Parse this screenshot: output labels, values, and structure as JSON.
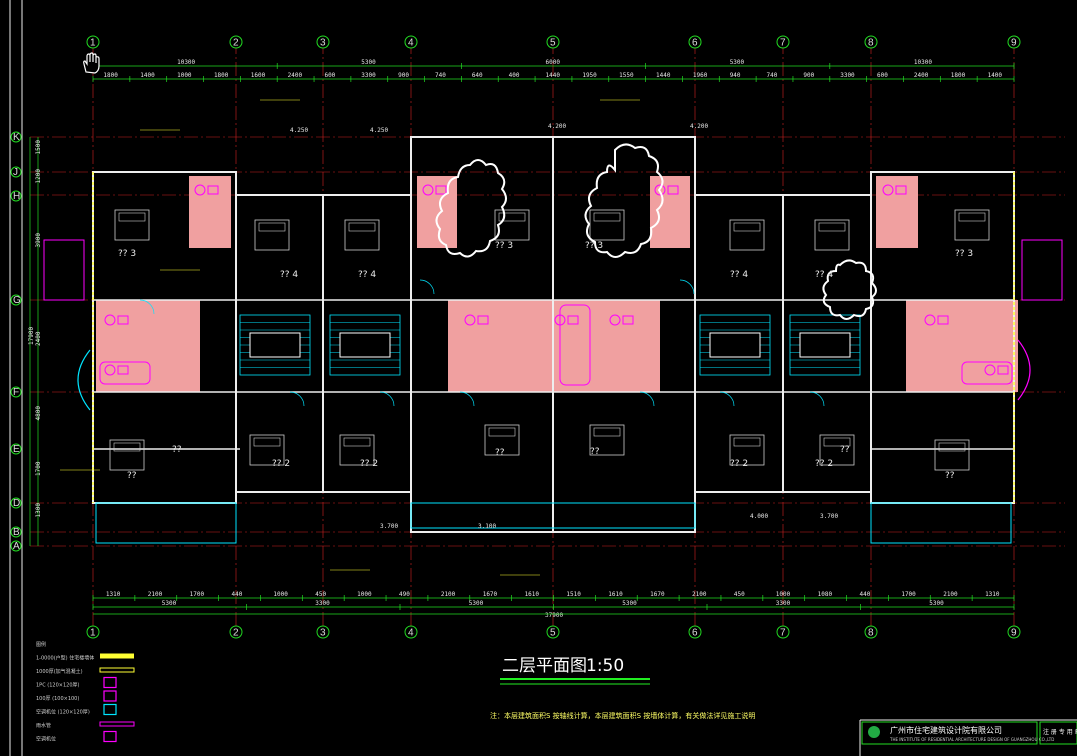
{
  "drawing": {
    "title": "二层平面图",
    "scale": "1:50",
    "note": "注：本层建筑面积S 按轴线计算，本层建筑面积S 按墙体计算，有关做法详见施工说明",
    "company": "广州市住宅建筑设计院有限公司",
    "company_en": "THE INSTITUTE OF RESIDENTIAL ARCHITECTURE DESIGN OF GUANGZHOU CO.,LTD",
    "stamp_text": "注 册 专 用 章",
    "total_dim": "37900"
  },
  "grid_columns": [
    "1",
    "2",
    "3",
    "4",
    "5",
    "6",
    "7",
    "8",
    "9"
  ],
  "grid_rows": [
    "K",
    "J",
    "H",
    "G",
    "F",
    "E",
    "D",
    "B",
    "A"
  ],
  "dims_top_overall": [
    "10300",
    "5300",
    "6000",
    "5300",
    "10300"
  ],
  "dims_top_detail": [
    "1800",
    "1400",
    "1000",
    "1800",
    "1600",
    "2400",
    "600",
    "3300",
    "900",
    "740",
    "640",
    "400",
    "1440",
    "1950",
    "1550",
    "1440",
    "1960",
    "940",
    "740",
    "900",
    "3300",
    "600",
    "2400",
    "1800",
    "1400"
  ],
  "dims_bottom_detail": [
    "1310",
    "2100",
    "1700",
    "440",
    "1000",
    "450",
    "1000",
    "490",
    "2100",
    "1670",
    "1610",
    "1510",
    "1610",
    "1670",
    "2100",
    "450",
    "1000",
    "1080",
    "440",
    "1700",
    "2100",
    "1310"
  ],
  "dims_bottom_overall": [
    "5300",
    "3300",
    "5300",
    "5300",
    "3300",
    "5300"
  ],
  "dims_left": [
    "1500",
    "1200",
    "3900",
    "2400",
    "4800",
    "1700",
    "1300",
    "17900"
  ],
  "elevations": [
    "4.250",
    "4.250",
    "4.200",
    "3.700",
    "3.100",
    "4.000",
    "3.700",
    "4.200"
  ],
  "room_labels": [
    {
      "text": "?? 3"
    },
    {
      "text": "?? 4"
    },
    {
      "text": "?? 4"
    },
    {
      "text": "?? 3"
    },
    {
      "text": "?? 3"
    },
    {
      "text": "?? 4"
    },
    {
      "text": "?? 4"
    },
    {
      "text": "?? 3"
    },
    {
      "text": "??"
    },
    {
      "text": "?? 2"
    },
    {
      "text": "?? 2"
    },
    {
      "text": "??"
    },
    {
      "text": "?? 2"
    },
    {
      "text": "?? 2"
    },
    {
      "text": "??"
    },
    {
      "text": "??"
    },
    {
      "text": "??"
    },
    {
      "text": "??"
    }
  ],
  "legend": [
    {
      "label": "图例"
    },
    {
      "label": "1-0000(户型) 住宅楼墙体"
    },
    {
      "label": "1000厚(加气混凝土)"
    },
    {
      "label": "1PC (120×120厚)"
    },
    {
      "label": "100厚 (100×100)"
    },
    {
      "label": "空调机位 (120×120厚)"
    },
    {
      "label": "雨水管"
    },
    {
      "label": "空调机位"
    }
  ],
  "colors": {
    "background": "#000000",
    "grid_line": "#d22222",
    "dim_line": "#22dd22",
    "wall": "#eeeeee",
    "wet_area": "#f0a0a0",
    "fixtures": "#ff00ff",
    "cyan": "#00e5ff",
    "yellow": "#ffff33",
    "bubble": "#22dd22",
    "title_underline": "#22ee22",
    "frame": "#ffffff"
  }
}
